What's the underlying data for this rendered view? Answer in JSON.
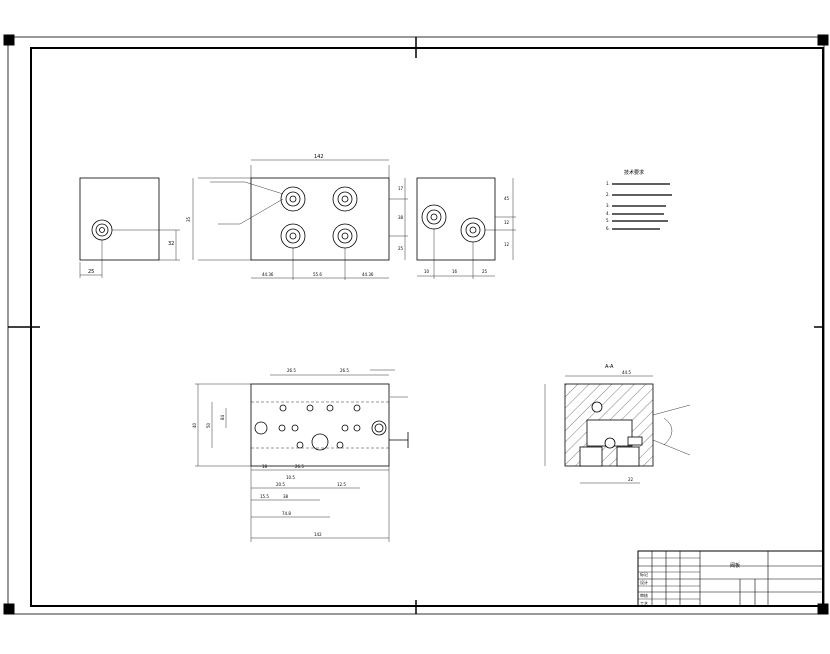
{
  "drawing": {
    "top_view_dims": {
      "overall_width": "142",
      "bottom_left": "44.36",
      "bottom_mid": "55.6",
      "bottom_right": "44.36",
      "left_height": "35",
      "right_top": "17",
      "right_mid": "38",
      "right_bot": "25"
    },
    "left_view_dims": {
      "bottom": "25",
      "right": "32"
    },
    "right_view_dims": {
      "b1": "10",
      "b2": "16",
      "b3": "25",
      "r1": "45",
      "r2": "12",
      "r3": "12"
    },
    "front_view_dims": {
      "d1": "26.5",
      "d2": "26.5",
      "d3": "18",
      "d4": "26.5",
      "d5": "20.5",
      "d6": "12.5",
      "d7": "10.5",
      "d8": "15.5",
      "d9": "38",
      "d10": "74.8",
      "d11": "142",
      "left1": "40",
      "left2": "50",
      "left3": "84"
    },
    "section_view": {
      "title": "A-A",
      "top_dim": "44.5",
      "bottom_dim": "22"
    }
  },
  "notes": {
    "title": "技术要求",
    "lines": [
      "1.",
      "2.",
      "3.",
      "4.",
      "5.",
      "6."
    ]
  },
  "title_block": {
    "part_name": "阀板",
    "material": "",
    "drawing_no": "",
    "scale": "",
    "sheet": "",
    "row_labels": [
      "标记",
      "设计",
      "审核",
      "工艺"
    ]
  }
}
